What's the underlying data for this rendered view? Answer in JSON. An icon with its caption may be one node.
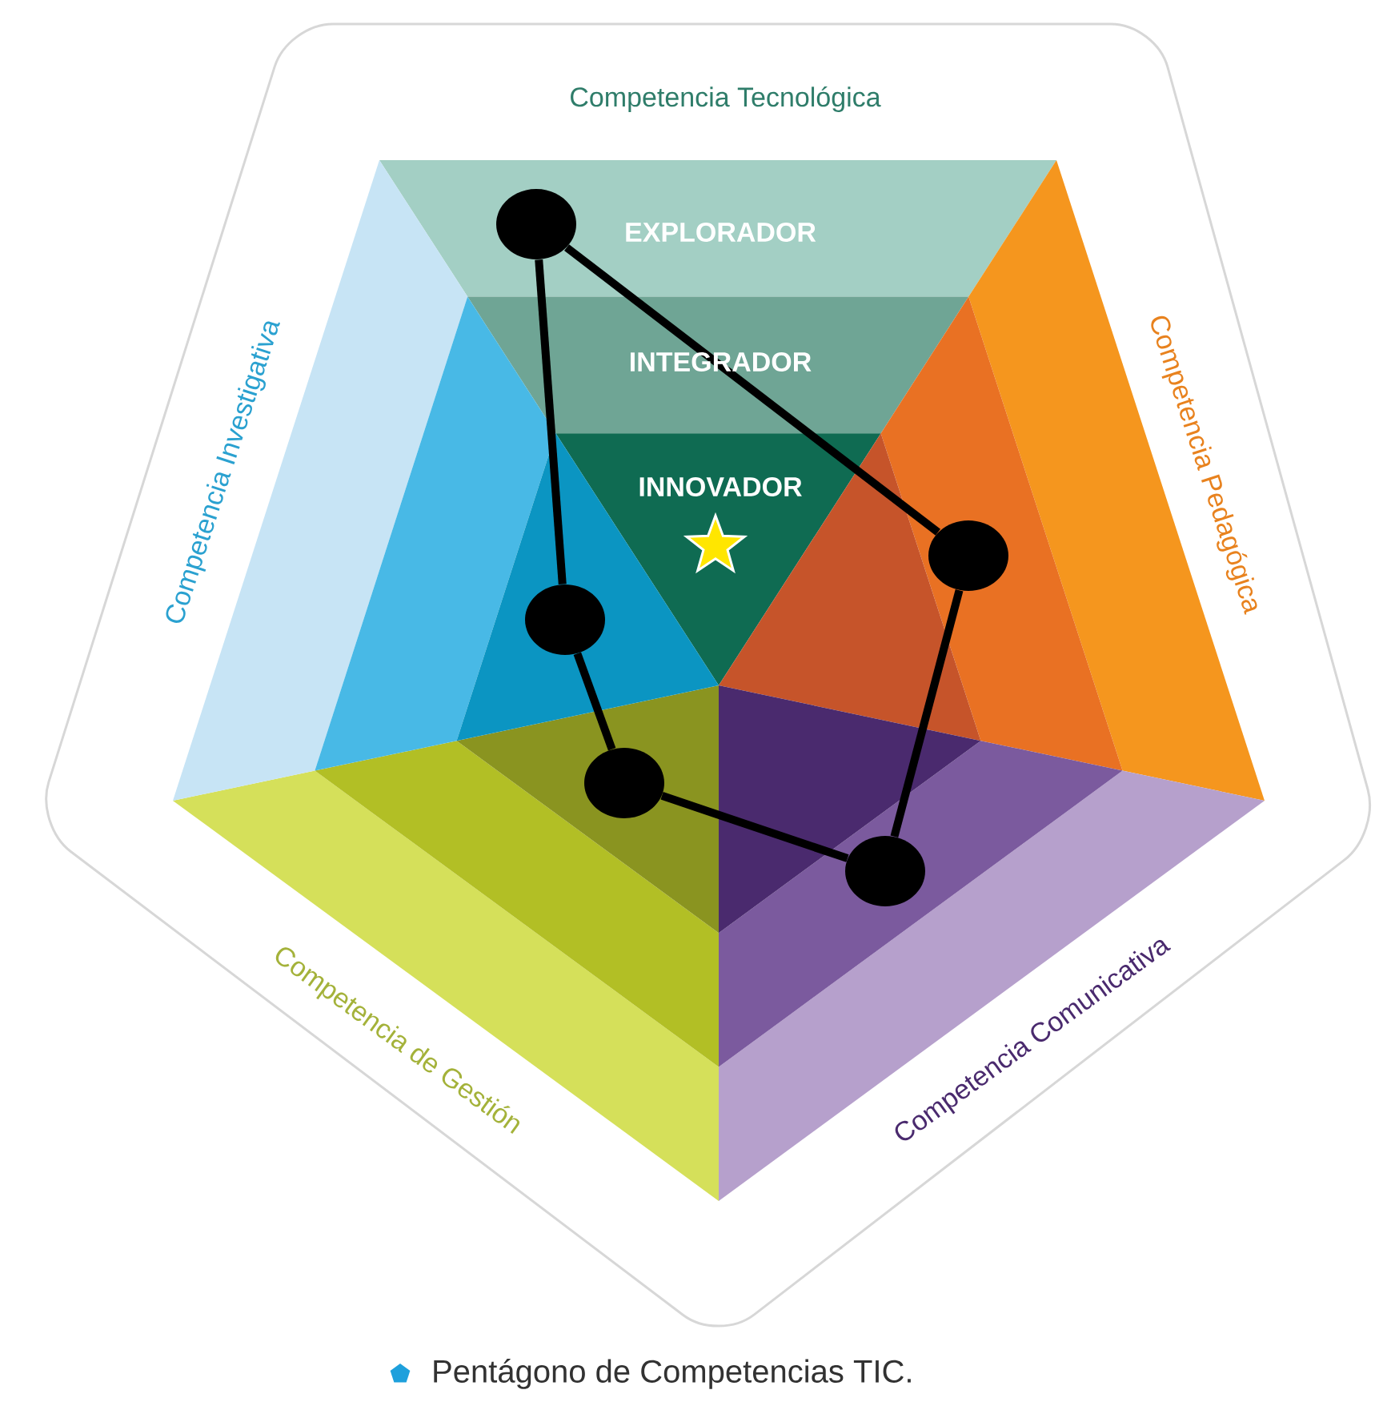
{
  "diagram": {
    "caption": "Pentágono de Competencias TIC.",
    "nodes": [
      {
        "text": [],
        "shape": "circle"
      },
      {
        "text": [],
        "shape": "circle"
      },
      {
        "text": [],
        "shape": "circle"
      },
      {
        "text": [],
        "shape": "circle"
      },
      {
        "text": [],
        "shape": "circle"
      }
    ],
    "edges": [
      {
        "from": 0,
        "to": 1,
        "arrow": "none"
      },
      {
        "from": 1,
        "to": 4,
        "arrow": "none"
      },
      {
        "from": 4,
        "to": 3,
        "arrow": "none"
      },
      {
        "from": 3,
        "to": 2,
        "arrow": "none"
      },
      {
        "from": 2,
        "to": 0,
        "arrow": "none"
      }
    ],
    "labels": [
      "Competencia Tecnológica",
      "EXPLORADOR",
      "INTEGRADOR",
      "INNOVADOR",
      "Competencia Investigativa",
      "Competencia Pedagógica",
      "Competencia de Gestión",
      "Competencia Comunicativa"
    ]
  }
}
